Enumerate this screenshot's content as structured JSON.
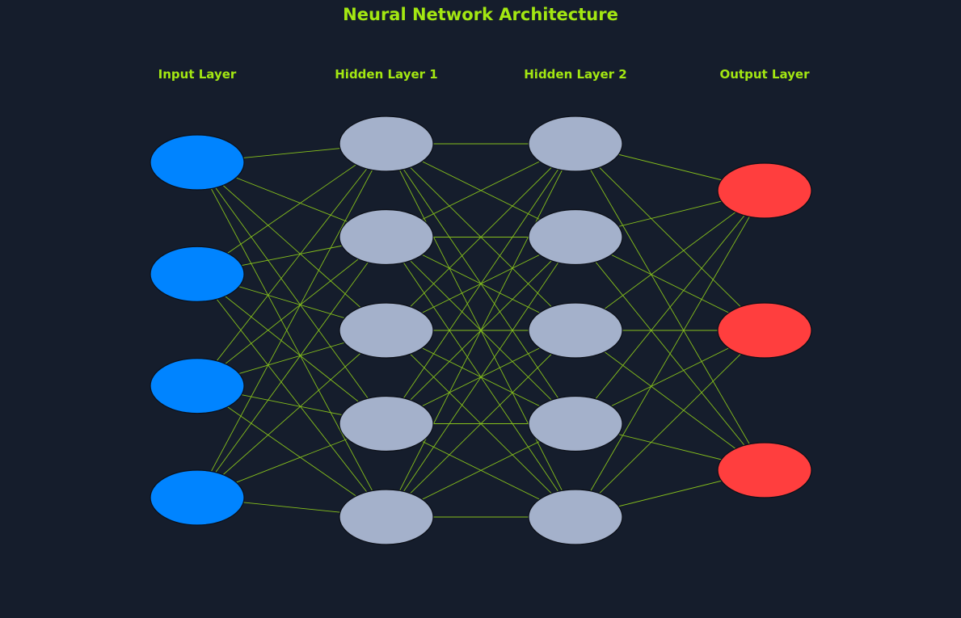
{
  "title": "Neural Network Architecture",
  "colors": {
    "background": "#151d2c",
    "accent": "#a3e712",
    "edge": "#86c01c",
    "input_node": "#0084ff",
    "hidden_node": "#a4b1cb",
    "output_node": "#ff3e3e",
    "node_stroke": "#0b0f17"
  },
  "layers": [
    {
      "name": "Input Layer",
      "type": "input",
      "nodes": 4
    },
    {
      "name": "Hidden Layer 1",
      "type": "hidden",
      "nodes": 5
    },
    {
      "name": "Hidden Layer 2",
      "type": "hidden",
      "nodes": 5
    },
    {
      "name": "Output Layer",
      "type": "output",
      "nodes": 3
    }
  ],
  "connectivity": "fully-connected"
}
